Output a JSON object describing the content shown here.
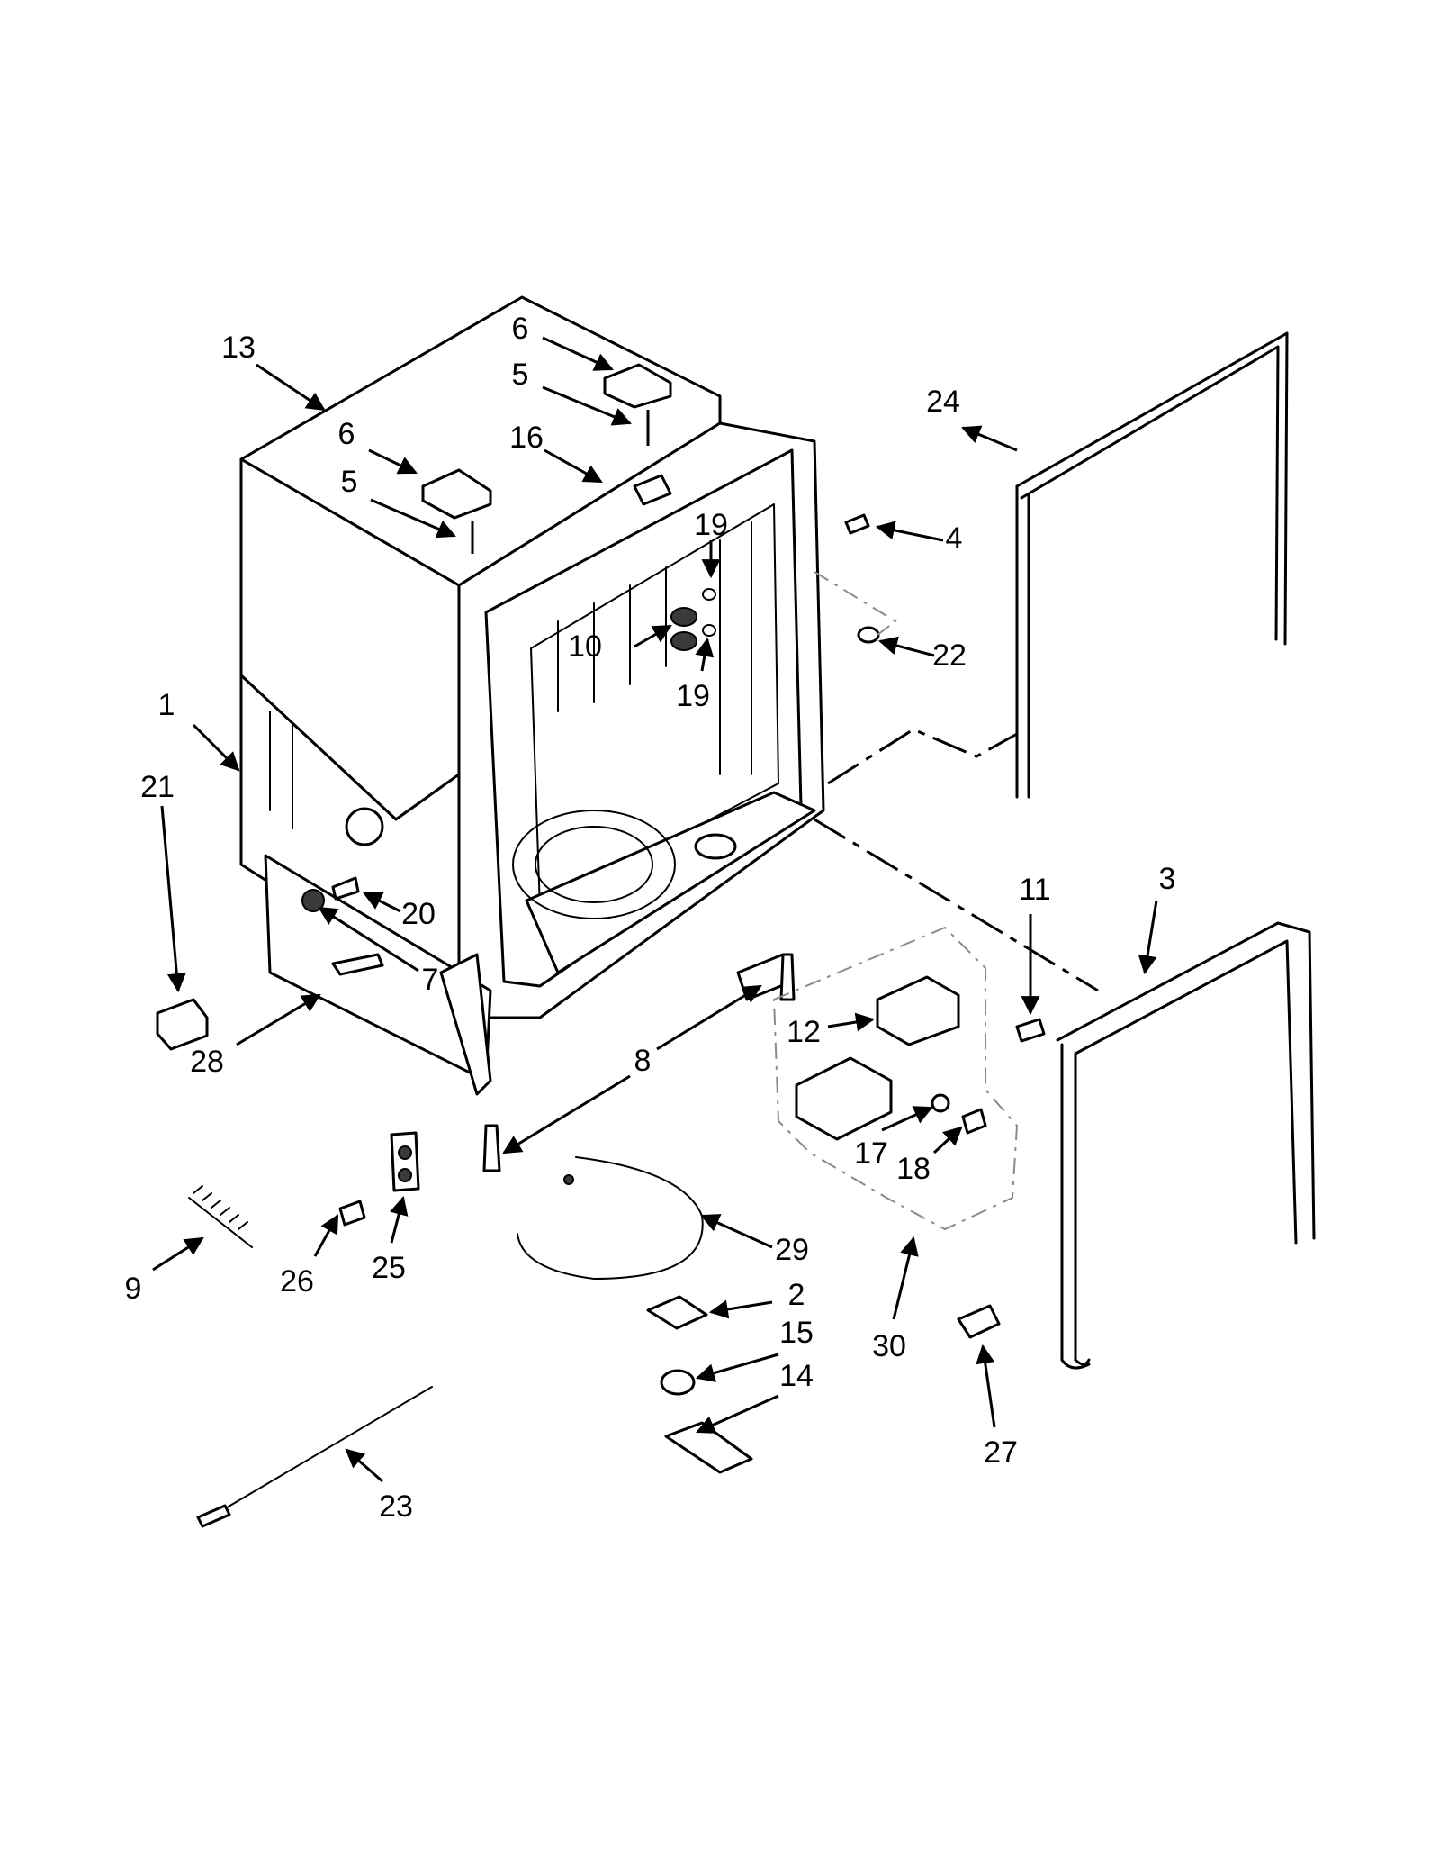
{
  "diagram": {
    "type": "exploded-parts-view",
    "callouts": [
      "1",
      "2",
      "3",
      "4",
      "5",
      "5",
      "6",
      "6",
      "7",
      "8",
      "9",
      "10",
      "11",
      "12",
      "13",
      "14",
      "15",
      "16",
      "17",
      "18",
      "19",
      "19",
      "20",
      "21",
      "22",
      "23",
      "24",
      "25",
      "26",
      "27",
      "28",
      "29",
      "30"
    ]
  }
}
